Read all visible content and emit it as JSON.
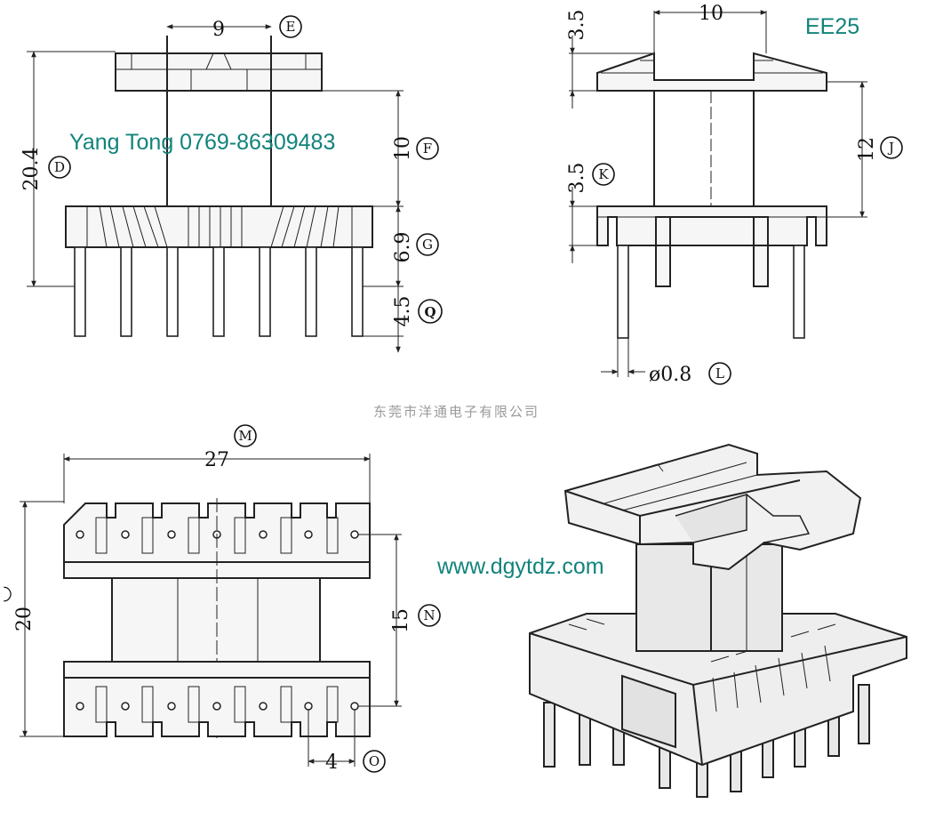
{
  "model": "EE25",
  "contact_line": "Yang Tong 0769-86309483",
  "company_cn": "东莞市洋通电子有限公司",
  "website": "www.dgytdz.com",
  "colors": {
    "watermark": "#12837b",
    "company_cn": "#9a9a9a",
    "line": "#222222"
  },
  "front_view": {
    "dims": {
      "width_9": "9",
      "flange_10": "10",
      "total_20_4": "20.4",
      "base_6_9": "6.9",
      "pin_4_5": "4.5"
    },
    "refs": {
      "E": "E",
      "F": "F",
      "D": "D",
      "G": "G",
      "Q": "Q"
    }
  },
  "side_view": {
    "dims": {
      "top_3_5": "3.5",
      "width_10": "10",
      "height_12": "12",
      "mid_3_5": "3.5",
      "pin_dia": "ø0.8"
    },
    "refs": {
      "J": "J",
      "K": "K",
      "L": "L"
    }
  },
  "bottom_view": {
    "dims": {
      "width_27": "27",
      "depth_20": "20",
      "pitch_15": "15",
      "pin_pitch_4": "4"
    },
    "refs": {
      "M": "M",
      "N": "N",
      "O": "O"
    },
    "left_edge_mark": "◡"
  }
}
